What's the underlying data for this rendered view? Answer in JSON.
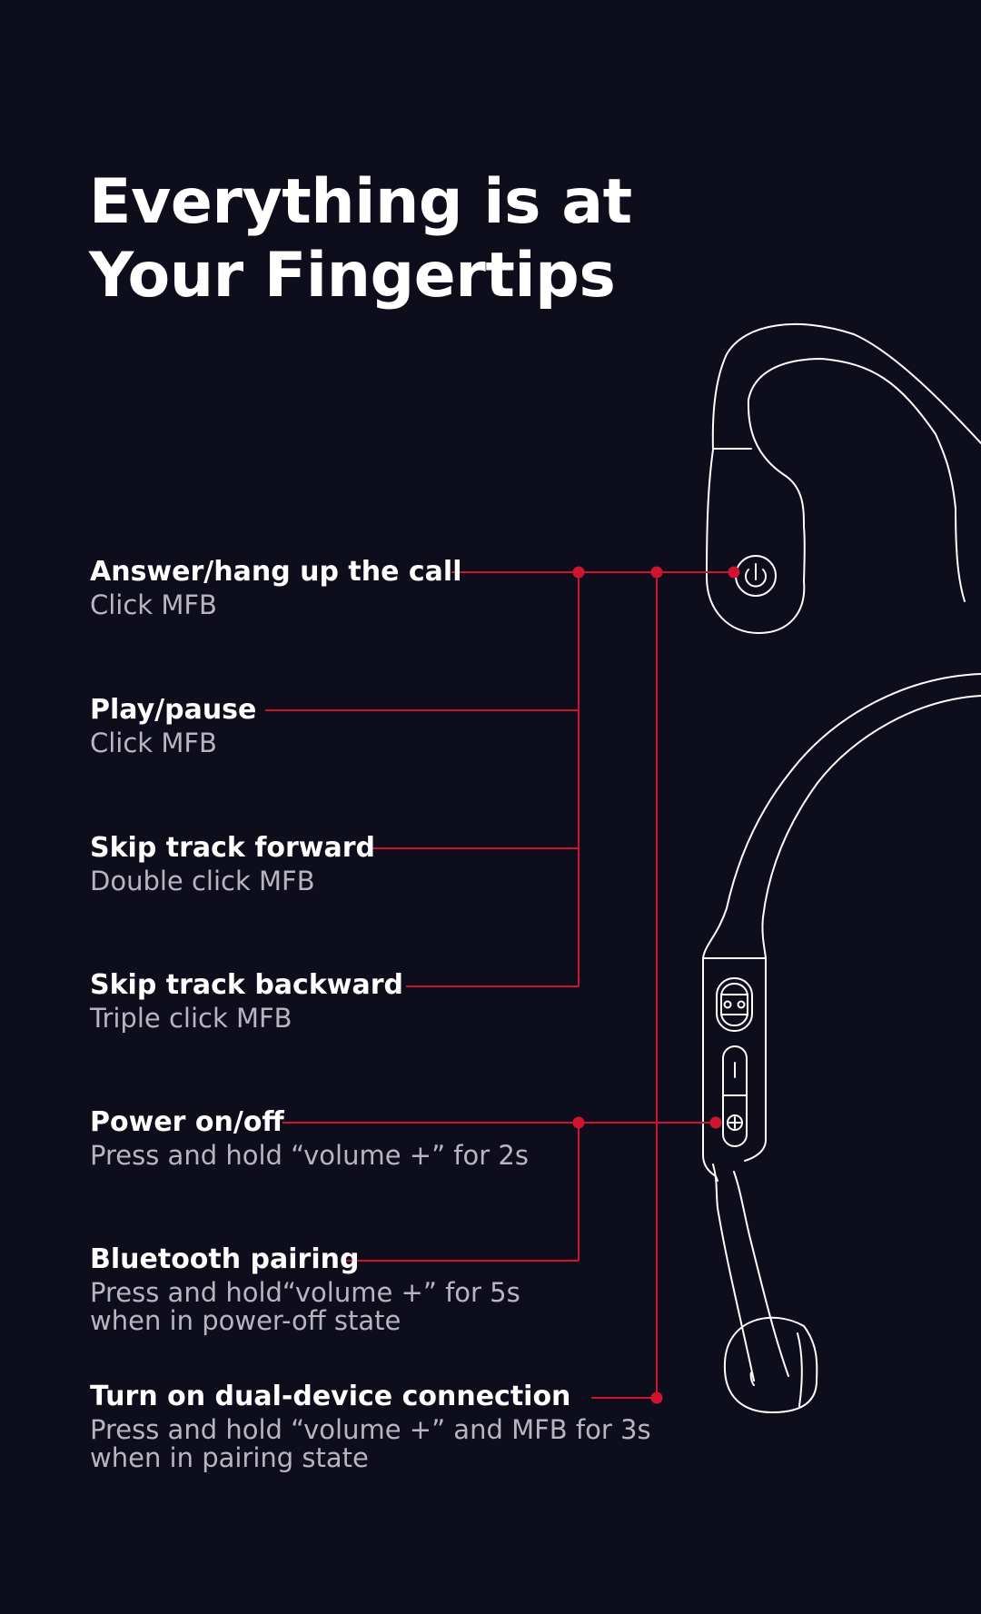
{
  "headline": {
    "line1": "Everything is at",
    "line2": "Your Fingertips"
  },
  "colors": {
    "background": "#0e0d1c",
    "accent": "#d0132e",
    "title_text": "#ffffff",
    "desc_text": "#b7b6c0",
    "outline": "#ffffff"
  },
  "features": [
    {
      "title": "Answer/hang up the call",
      "desc": [
        "Click MFB"
      ]
    },
    {
      "title": "Play/pause",
      "desc": [
        "Click MFB"
      ]
    },
    {
      "title": "Skip track forward",
      "desc": [
        "Double click MFB"
      ]
    },
    {
      "title": "Skip track backward",
      "desc": [
        "Triple click MFB"
      ]
    },
    {
      "title": "Power on/off",
      "desc": [
        "Press and hold “volume +” for 2s"
      ]
    },
    {
      "title": "Bluetooth pairing",
      "desc": [
        "Press and hold“volume +” for 5s",
        "when in power-off state"
      ]
    },
    {
      "title": "Turn on dual-device connection",
      "desc": [
        "Press and hold “volume +” and MFB for 3s",
        "when in pairing state"
      ]
    }
  ],
  "icons": {
    "multifunction_button": "mfb-button-icon",
    "volume_up": "volume-plus-icon",
    "volume_down": "volume-minus-icon",
    "charging_port": "charging-port-icon"
  }
}
